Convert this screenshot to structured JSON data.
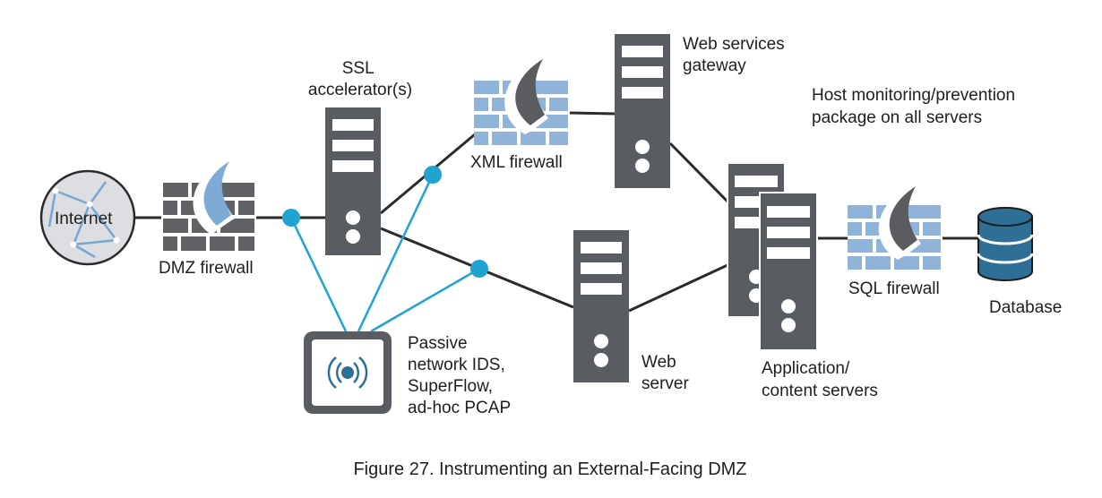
{
  "labels": {
    "internet": "Internet",
    "dmz_firewall": "DMZ firewall",
    "ssl_accelerator": [
      "SSL",
      "accelerator(s)"
    ],
    "xml_firewall": "XML firewall",
    "web_services_gateway": [
      "Web services",
      "gateway"
    ],
    "host_monitoring": [
      "Host monitoring/prevention",
      "package on all servers"
    ],
    "web_server": [
      "Web",
      "server"
    ],
    "application_servers": [
      "Application/",
      "content servers"
    ],
    "sql_firewall": "SQL firewall",
    "database": "Database",
    "passive_ids": [
      "Passive",
      "network IDS,",
      "SuperFlow,",
      "ad-hoc PCAP"
    ]
  },
  "caption": "Figure 27. Instrumenting an External-Facing DMZ",
  "colors": {
    "server_fill": "#595d61",
    "dark_firewall": "#606266",
    "light_firewall": "#8fb3d9",
    "flame_blue": "#7eaad6",
    "flame_gray": "#5a5c60",
    "tap_line": "#1fa3d1",
    "dark_line": "#2b2b2b",
    "database_fill": "#2e6f98",
    "globe_fill": "#dcdee2"
  }
}
